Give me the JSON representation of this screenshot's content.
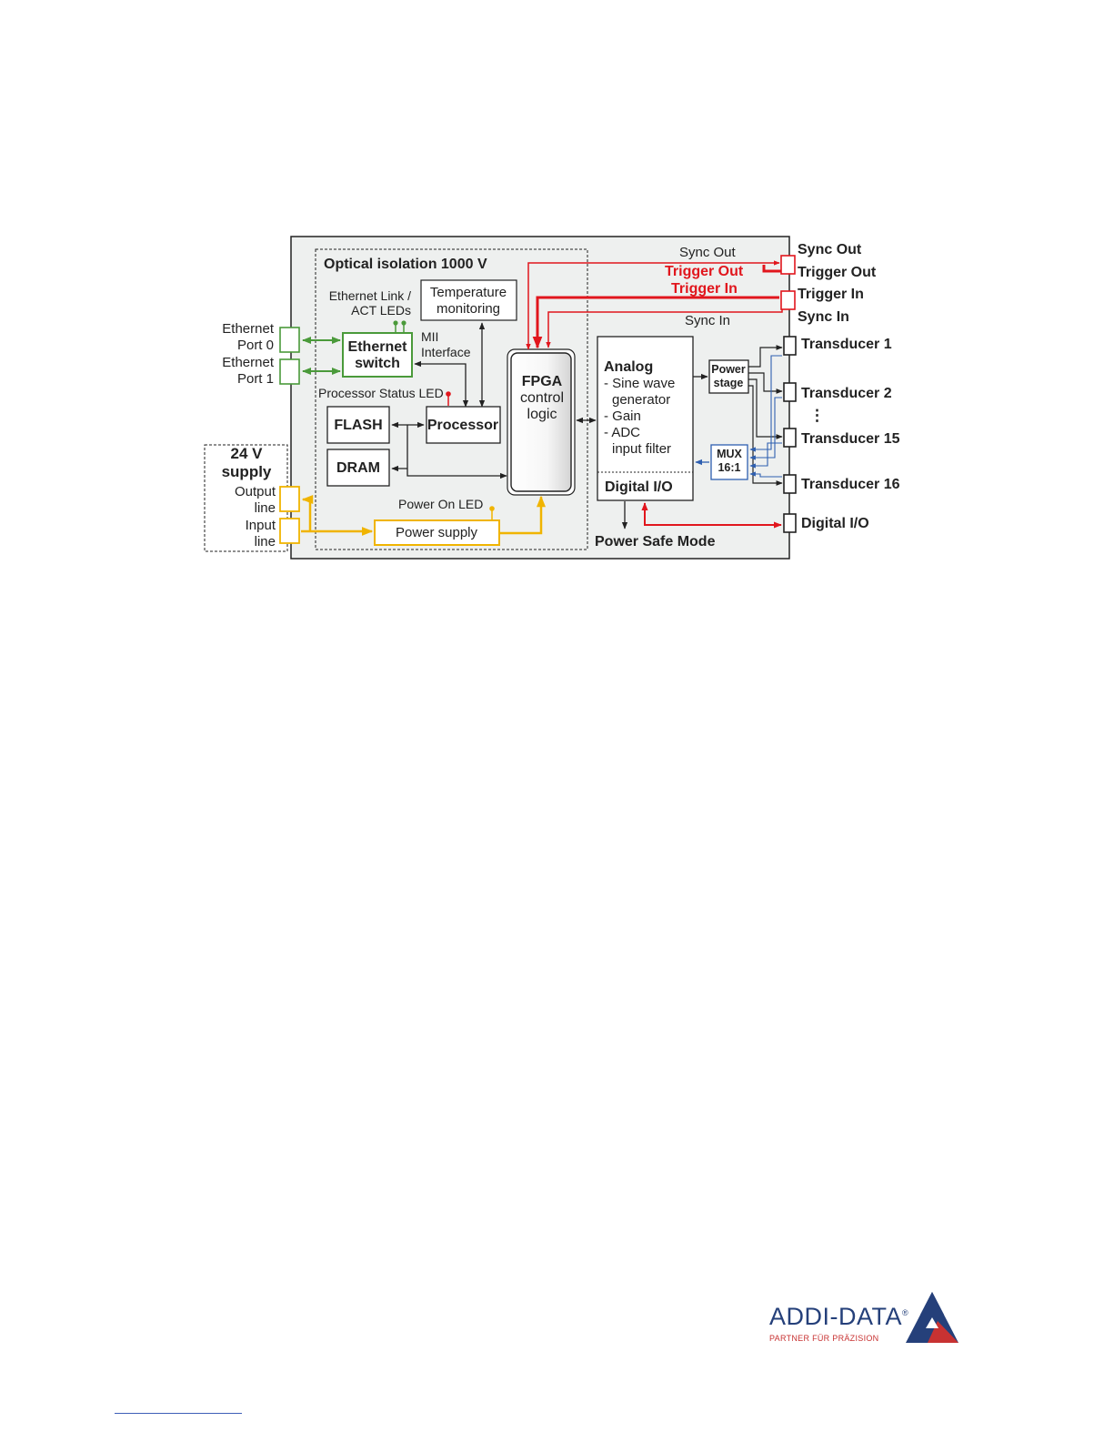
{
  "diagram": {
    "optical_isolation": "Optical isolation 1000 V",
    "temperature_monitoring": [
      "Temperature",
      "monitoring"
    ],
    "ethernet_leds": [
      "Ethernet Link /",
      "ACT LEDs"
    ],
    "ethernet_port_0": [
      "Ethernet",
      "Port 0"
    ],
    "ethernet_port_1": [
      "Ethernet",
      "Port 1"
    ],
    "ethernet_switch": [
      "Ethernet",
      "switch"
    ],
    "mii_interface": [
      "MII",
      "Interface"
    ],
    "processor_status_led": "Processor Status LED",
    "flash": "FLASH",
    "processor": "Processor",
    "dram": "DRAM",
    "fpga": [
      "FPGA",
      "control",
      "logic"
    ],
    "supply_24v": [
      "24 V",
      "supply"
    ],
    "output_line": [
      "Output",
      "line"
    ],
    "input_line": [
      "Input",
      "line"
    ],
    "power_on_led": "Power On LED",
    "power_supply": "Power supply",
    "sync_out_inner": "Sync Out",
    "trigger_out_inner": "Trigger Out",
    "trigger_in_inner": "Trigger In",
    "sync_in_inner": "Sync In",
    "sync_out": "Sync Out",
    "trigger_out": "Trigger Out",
    "trigger_in": "Trigger In",
    "sync_in": "Sync In",
    "analog_title": "Analog",
    "analog_lines": [
      "- Sine wave",
      "generator",
      "- Gain",
      "- ADC",
      "input filter"
    ],
    "digital_io_inner": "Digital I/O",
    "power_safe_mode": "Power Safe Mode",
    "power_stage": [
      "Power",
      "stage"
    ],
    "mux": [
      "MUX",
      "16:1"
    ],
    "transducers": [
      "Transducer 1",
      "Transducer 2",
      "Transducer 15",
      "Transducer 16"
    ],
    "ellipsis": "⋮",
    "digital_io": "Digital I/O"
  },
  "logo": {
    "name": "ADDI-DATA",
    "registered": "®",
    "tagline": "PARTNER FÜR PRÄZISION"
  },
  "colors": {
    "ethernet": "#4a9a3a",
    "trigger": "#e1161d",
    "power": "#f0b400",
    "mux": "#2e5fb0",
    "panel": "#eef0ef",
    "logo_blue": "#25407a",
    "logo_red": "#c83232"
  }
}
